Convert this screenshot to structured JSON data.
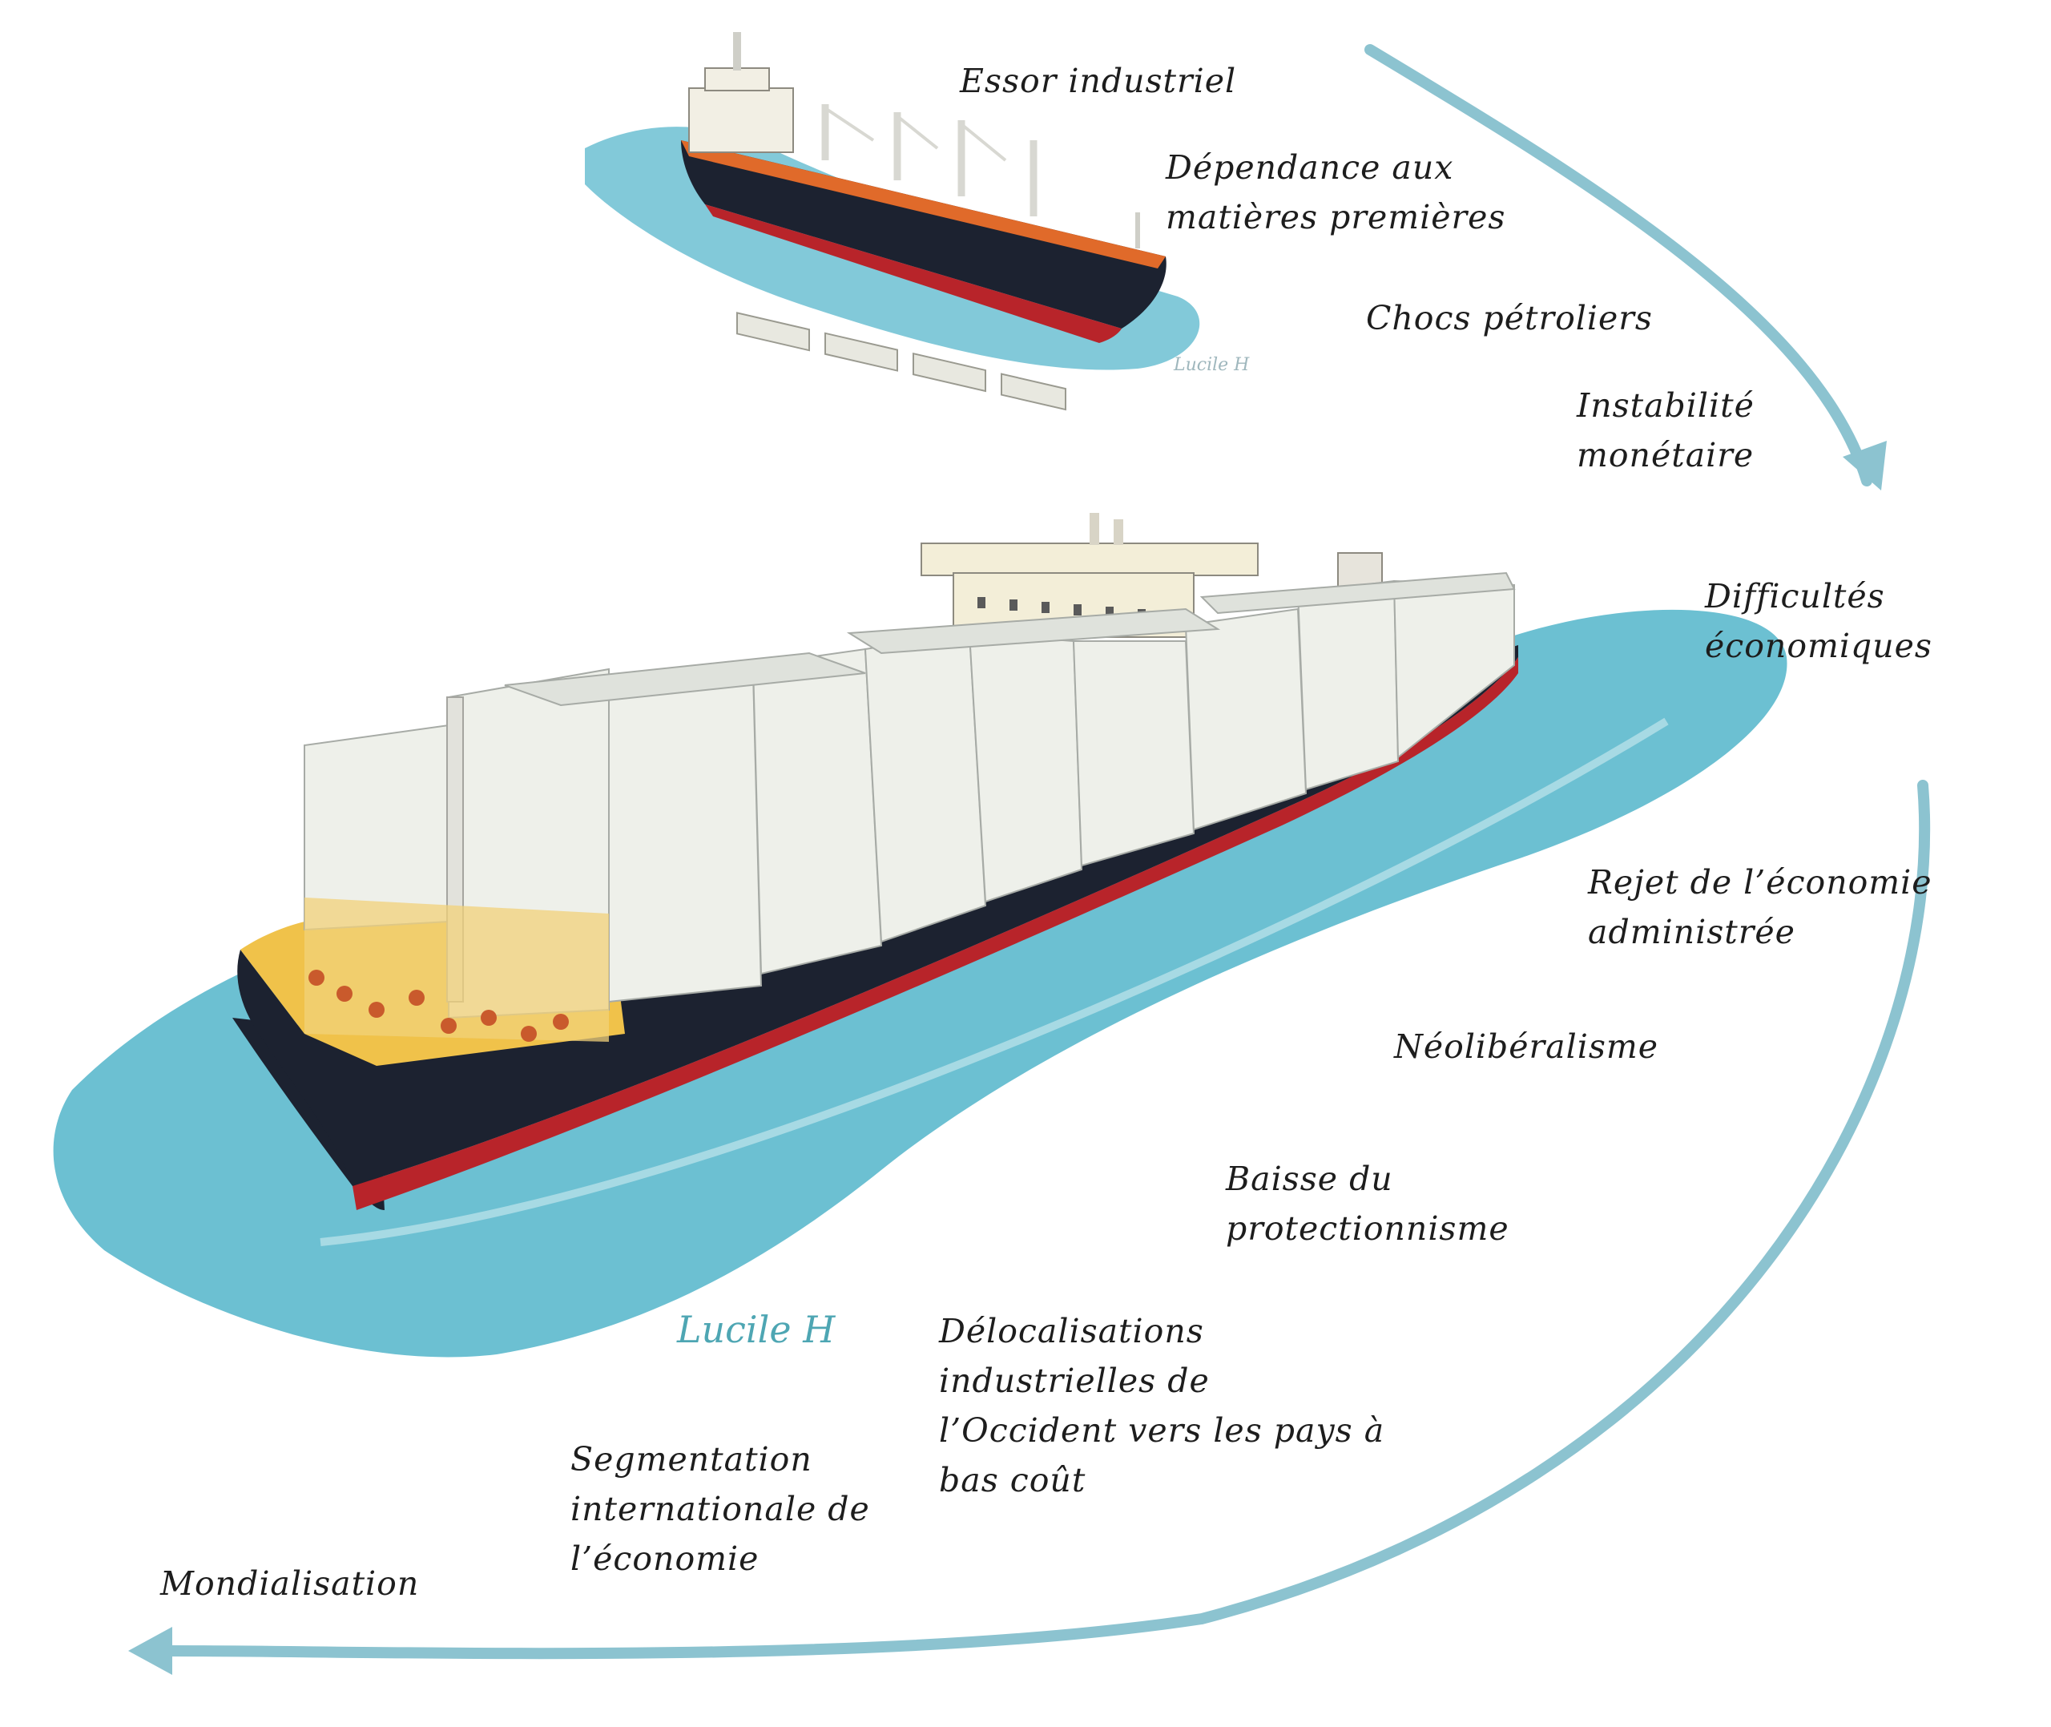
{
  "labels": {
    "essor": "Essor industriel",
    "dependance_1": "Dépendance aux",
    "dependance_2": "matières premières",
    "chocs": "Chocs pétroliers",
    "instabilite_1": "Instabilité",
    "instabilite_2": "monétaire",
    "difficultes_1": "Difficultés",
    "difficultes_2": "économiques",
    "rejet_1": "Rejet de l’économie",
    "rejet_2": "administrée",
    "neoliberalisme": "Néolibéralisme",
    "baisse_1": "Baisse du",
    "baisse_2": "protectionnisme",
    "delocalisations_1": "Délocalisations",
    "delocalisations_2": "industrielles de",
    "delocalisations_3": "l’Occident vers les pays à",
    "delocalisations_4": "bas coût",
    "segmentation_1": "Segmentation",
    "segmentation_2": "internationale de",
    "segmentation_3": "l’économie",
    "mondialisation": "Mondialisation"
  },
  "signatures": {
    "small_ship": "Lucile H",
    "large_ship": "Lucile H"
  },
  "colors": {
    "arrow": "#8cc3d0",
    "sea": "#6cc0d2",
    "hull": "#1c2230",
    "hull_bottom": "#b8242a",
    "deck_orange": "#e06a2a",
    "deck_yellow": "#f0c24a",
    "containers": "#eef0ea"
  }
}
